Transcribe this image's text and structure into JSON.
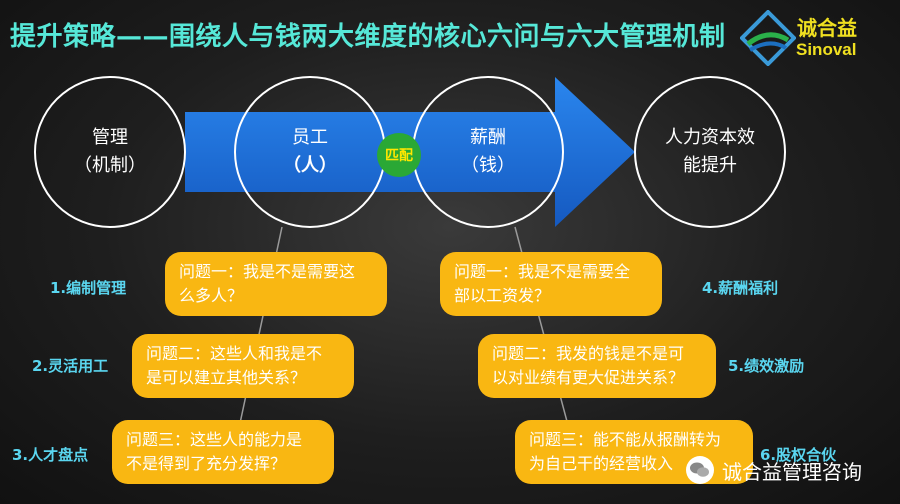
{
  "title": "提升策略——围绕人与钱两大维度的核心六问与六大管理机制",
  "logo": {
    "cn": "诚合益",
    "en": "Sinoval"
  },
  "circles": [
    {
      "line1": "管理",
      "line2": "（机制）"
    },
    {
      "line1": "员工",
      "line2": "（人）"
    },
    {
      "line1": "薪酬",
      "line2": "（钱）"
    },
    {
      "line1": "人力资本效",
      "line2": "能提升"
    }
  ],
  "match_label": "匹配",
  "questions": [
    {
      "line1": "问题一：我是不是需要这",
      "line2": "么多人？"
    },
    {
      "line1": "问题二：这些人和我是不",
      "line2": "是可以建立其他关系？"
    },
    {
      "line1": "问题三：这些人的能力是",
      "line2": "不是得到了充分发挥？"
    },
    {
      "line1": "问题一：我是不是需要全",
      "line2": "部以工资发？"
    },
    {
      "line1": "问题二：我发的钱是不是可",
      "line2": "以对业绩有更大促进关系？"
    },
    {
      "line1": "问题三：能不能从报酬转为",
      "line2": "为自己干的经营收入"
    }
  ],
  "mechanisms": [
    "1.编制管理",
    "2.灵活用工",
    "3.人才盘点",
    "4.薪酬福利",
    "5.绩效激励",
    "6.股权合伙"
  ],
  "watermark": "诚合益管理咨询",
  "colors": {
    "title": "#56e8d8",
    "arrow": "#1d6fd6",
    "box": "#f9b712",
    "side_label": "#5ad6f0",
    "match": "#2aa835",
    "logo_text": "#f0e020"
  }
}
